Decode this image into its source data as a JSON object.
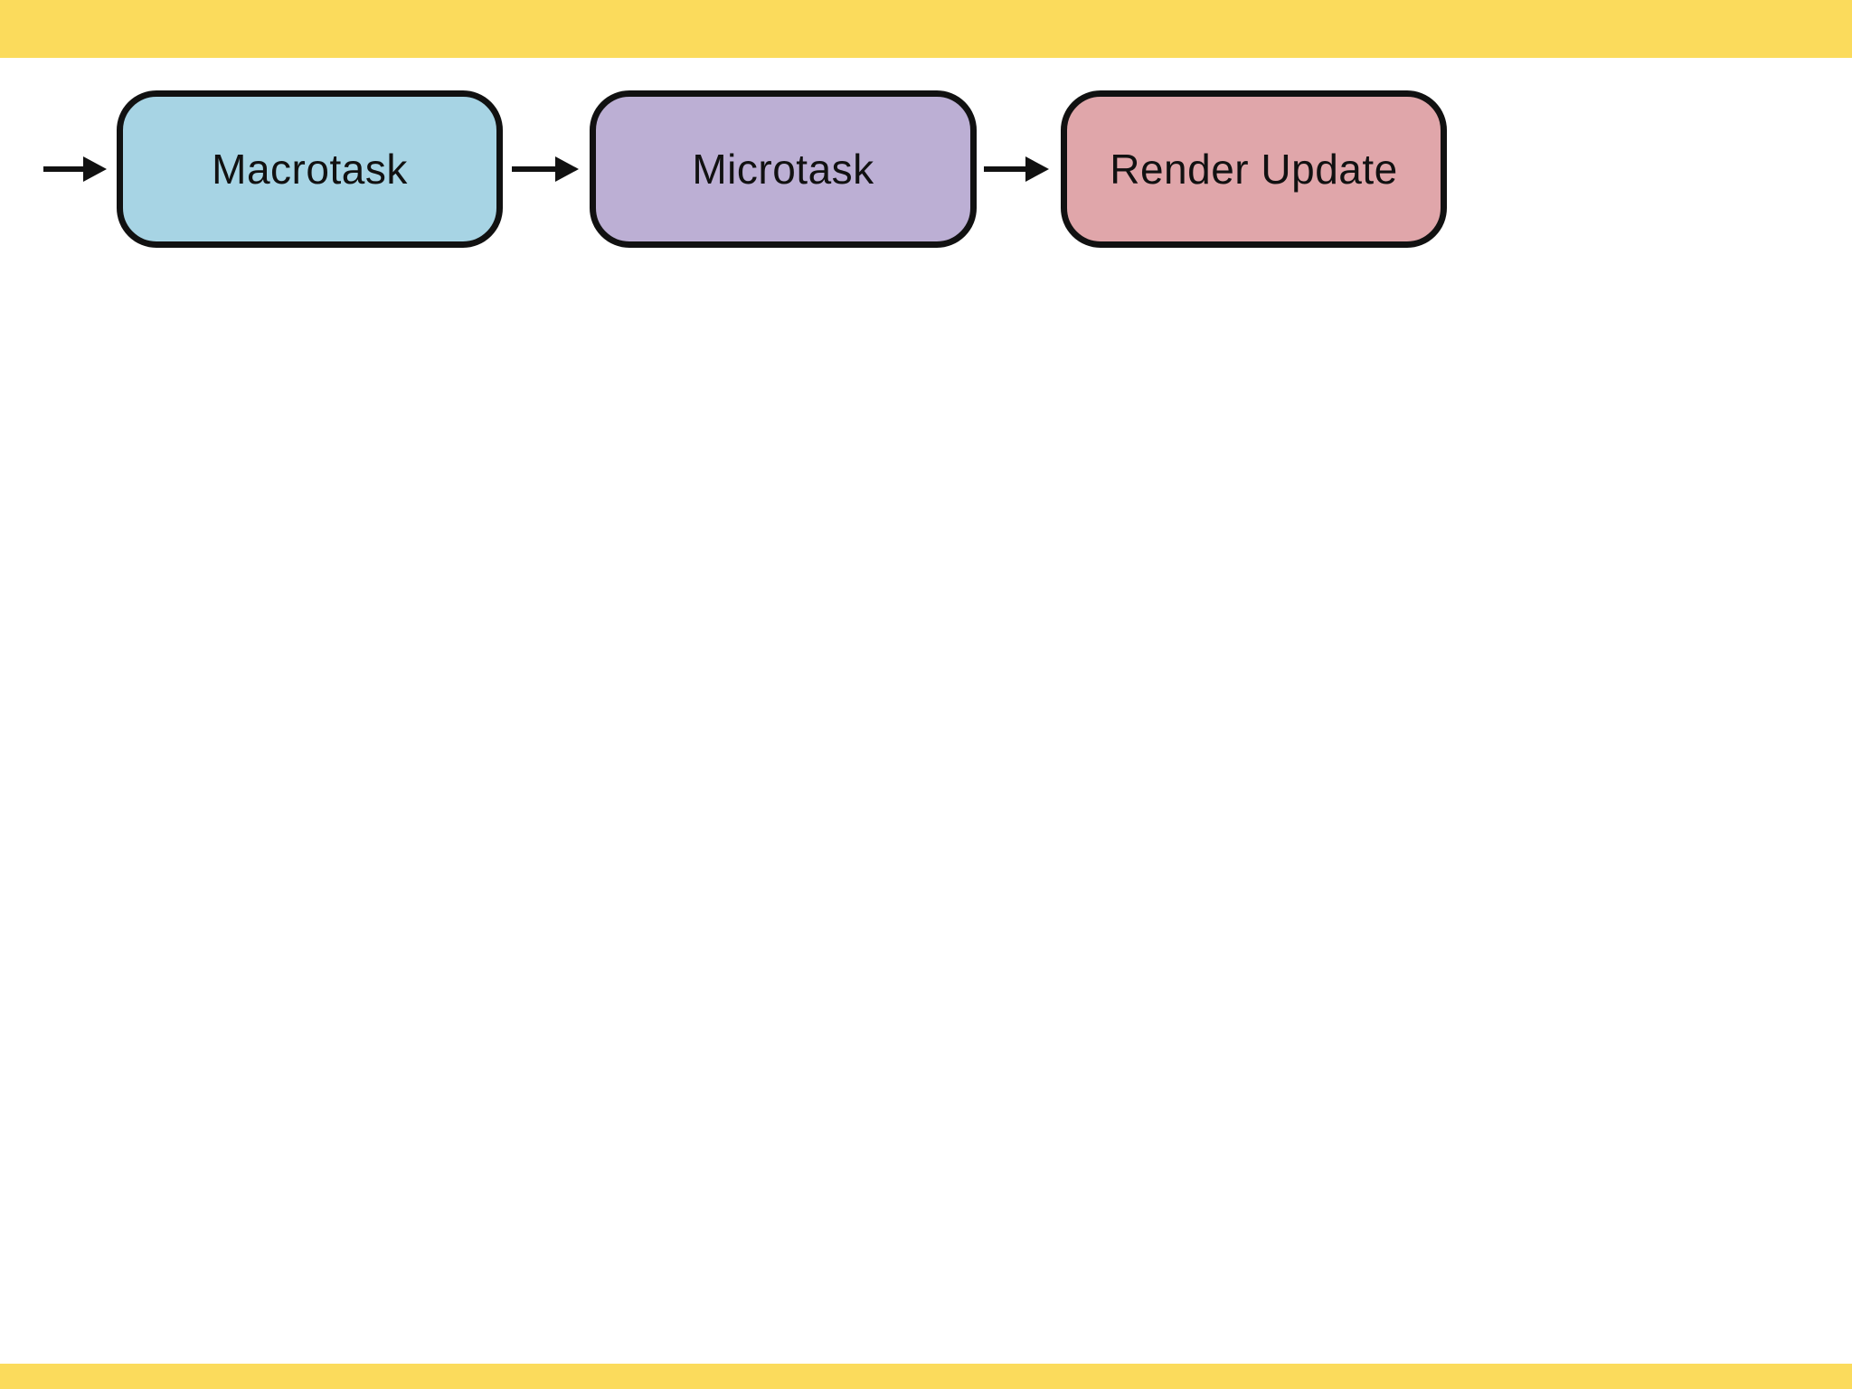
{
  "page": {
    "background_color": "#ffffff",
    "accent_bar_color": "#fbdb5c"
  },
  "diagram": {
    "arrow_color": "#111111",
    "node_border_color": "#111111",
    "nodes": [
      {
        "label": "Macrotask",
        "fill": "#a7d4e4"
      },
      {
        "label": "Microtask",
        "fill": "#bcafd4"
      },
      {
        "label": "Render Update",
        "fill": "#e0a6aa"
      }
    ]
  }
}
